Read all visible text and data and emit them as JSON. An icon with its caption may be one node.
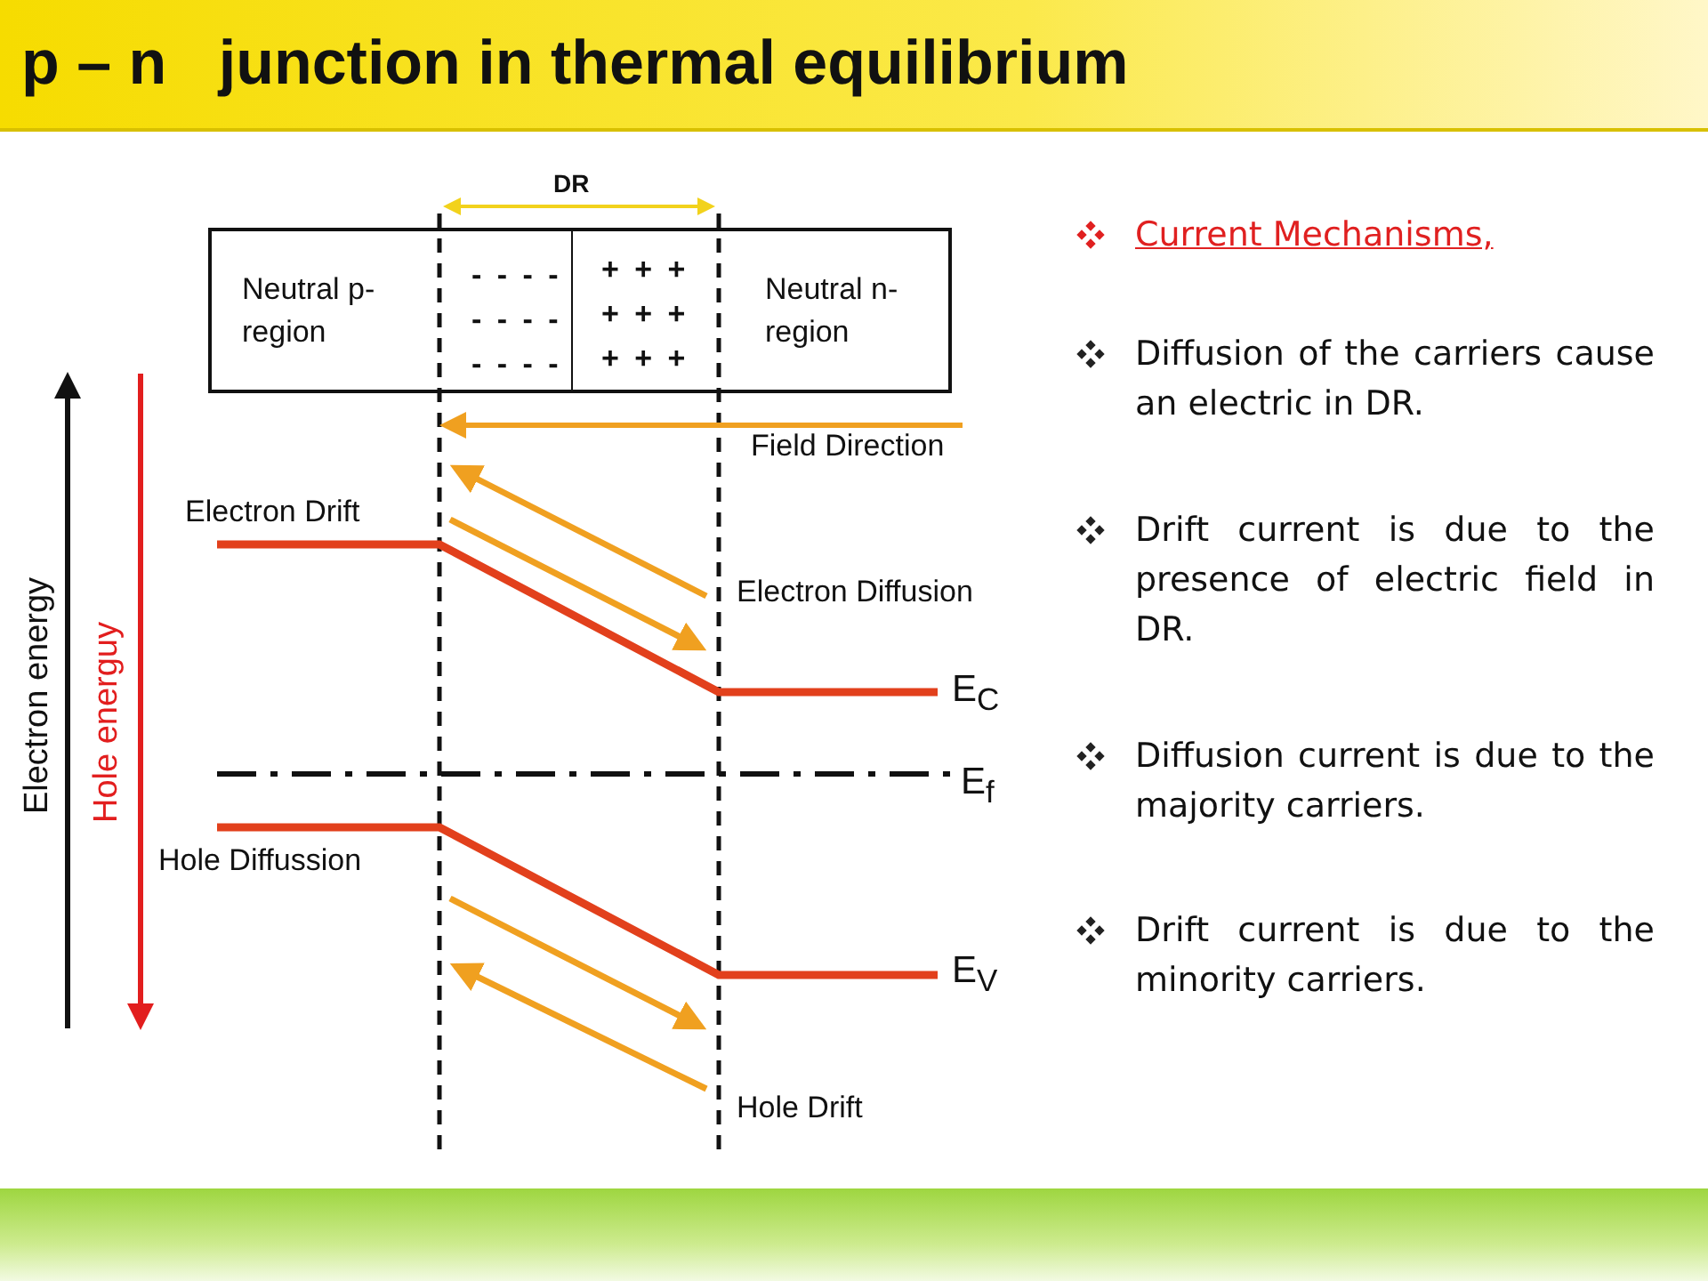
{
  "diagram": {
    "title": "p – n   junction in thermal equilibrium",
    "nodes": [
      {
        "text": [
          "Neutral p-region",
          "- - - -",
          "- - - -",
          "- - - -",
          "+ + +",
          "+ + +",
          "+ + +",
          "Neutral n-region"
        ]
      }
    ],
    "labels": [
      "DR",
      "Electron energy",
      "Hole energuy",
      "Field Direction",
      "Electron Drift",
      "Electron Diffusion",
      "E$_{C}$",
      "E$_{f}$",
      "Hole Diffussion",
      "E$_{V}$",
      "Hole Drift",
      "Current Mechanisms,",
      "Diffusion of the carriers cause an electric in DR.",
      "Drift current is due to the presence of electric field in DR.",
      "Diffusion current is due to the majority carriers.",
      "Drift current is due to the minority carriers."
    ]
  }
}
